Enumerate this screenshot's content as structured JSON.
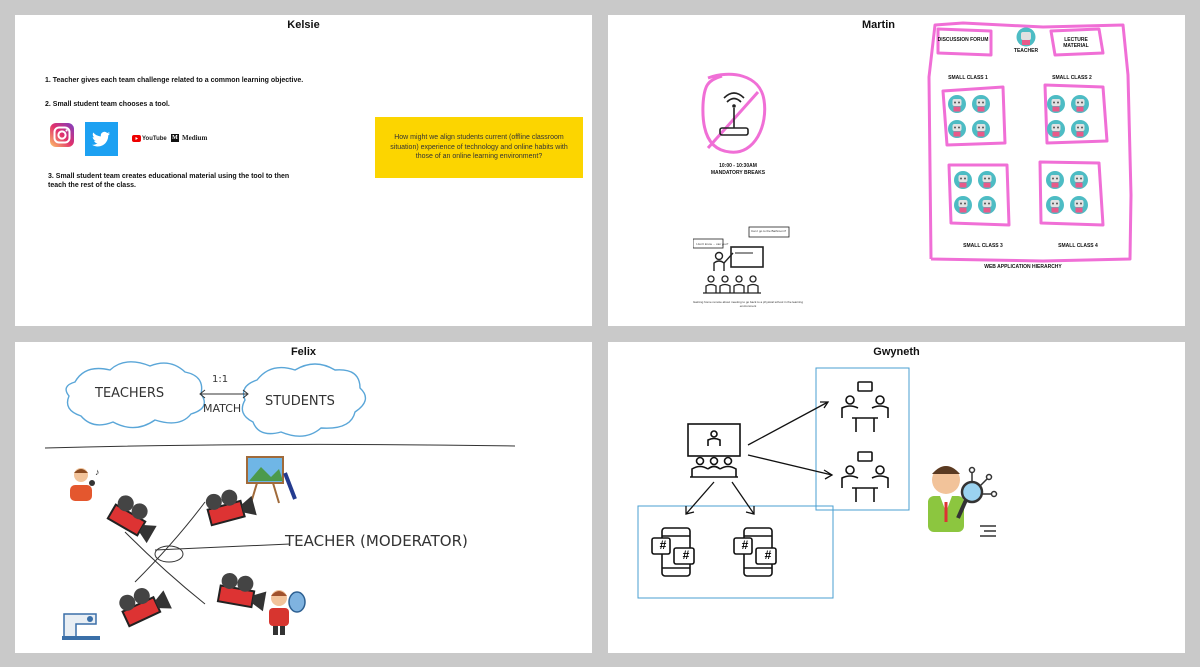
{
  "kelsie": {
    "title": "Kelsie",
    "step1": "1. Teacher gives each team  challenge related to a common learning objective.",
    "step2": "2. Small student team chooses a tool.",
    "step3": "3. Small student team creates educational material using the tool to then teach the rest of the class.",
    "tools": {
      "youtube": "YouTube",
      "medium": "Medium",
      "medium_mark": "M"
    },
    "question": "How might we align students current (offline classroom situation) experience of technology and online habits with those of an online learning environment?"
  },
  "martin": {
    "title": "Martin",
    "router_time": "10:00 - 10:30AM",
    "router_label": "MANDATORY BREAKS",
    "bubble1": "Can I go to the Bathroom?",
    "bubble2": "I don't know ... can you?",
    "classroom_caption": "Gaining home remote about meeting to go back to a physical school in the learning environment",
    "discussion": "DISCUSSION FORUM",
    "teacher": "TEACHER",
    "lecture": "LECTURE MATERIAL",
    "class1": "SMALL CLASS 1",
    "class2": "SMALL CLASS 2",
    "class3": "SMALL CLASS 3",
    "class4": "SMALL CLASS 4",
    "hierarchy": "WEB APPLICATION HIERARCHY"
  },
  "felix": {
    "title": "Felix",
    "teachers": "TEACHERS",
    "ratio": "1:1",
    "match": "MATCH",
    "students": "STUDENTS",
    "moderator": "TEACHER (MODERATOR)"
  },
  "gwyneth": {
    "title": "Gwyneth",
    "hash": "#"
  },
  "colors": {
    "yellow": "#fcd500",
    "pink": "#f06fd6",
    "teal": "#4dbcc4",
    "blue_box": "#4a9fd0",
    "twitter": "#1da1f2"
  }
}
